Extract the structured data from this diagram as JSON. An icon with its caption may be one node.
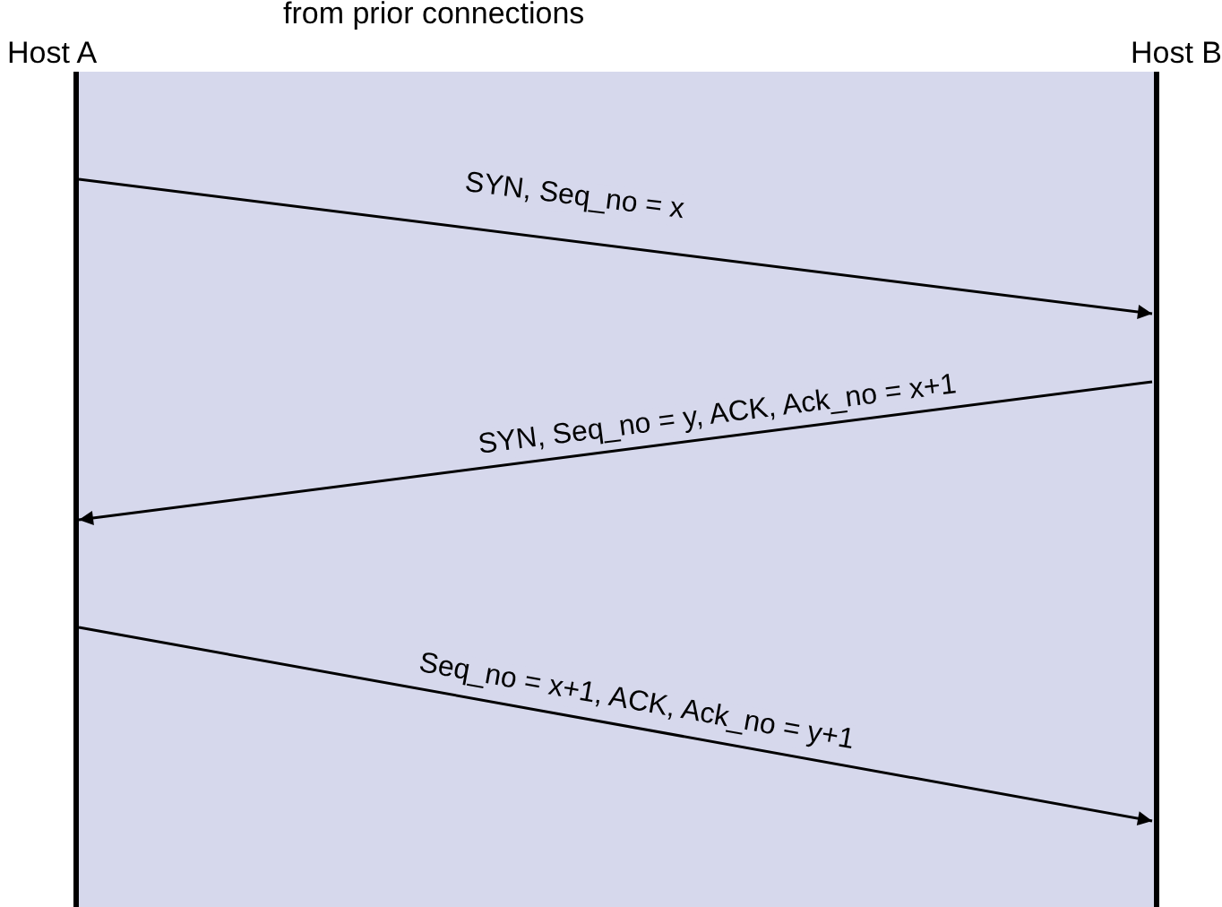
{
  "diagram": {
    "nodes": [
      {
        "text": [
          "Host A"
        ]
      },
      {
        "text": [
          "Host B"
        ]
      }
    ],
    "edges": [
      {
        "from": 0,
        "to": 1,
        "arrow": "to",
        "label": "SYN, Seq_no = x"
      },
      {
        "from": 1,
        "to": 0,
        "arrow": "to",
        "label": "SYN, Seq_no = y, ACK, Ack_no = x+1"
      },
      {
        "from": 0,
        "to": 1,
        "arrow": "to",
        "label": "Seq_no = x+1, ACK, Ack_no = y+1"
      }
    ],
    "labels": [
      "from prior connections"
    ]
  }
}
